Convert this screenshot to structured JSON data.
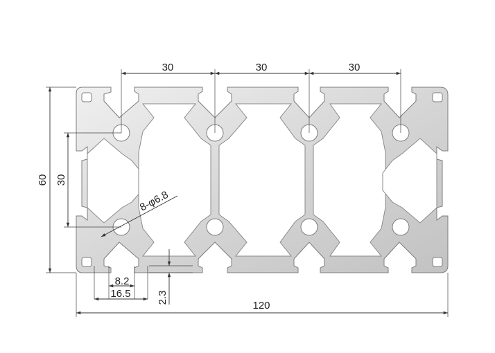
{
  "drawing": {
    "profile_name": "",
    "dimensions": {
      "pitch_1": "30",
      "pitch_2": "30",
      "pitch_3": "30",
      "height_total": "60",
      "height_inner": "30",
      "hole": "8-φ6.8",
      "slot_opening": "8.2",
      "slot_width": "16.5",
      "wall": "2.3",
      "width_total": "120"
    },
    "colors": {
      "metal_light": "#e9e9e9",
      "metal_dark": "#c4c4c4",
      "line": "#333333"
    }
  }
}
